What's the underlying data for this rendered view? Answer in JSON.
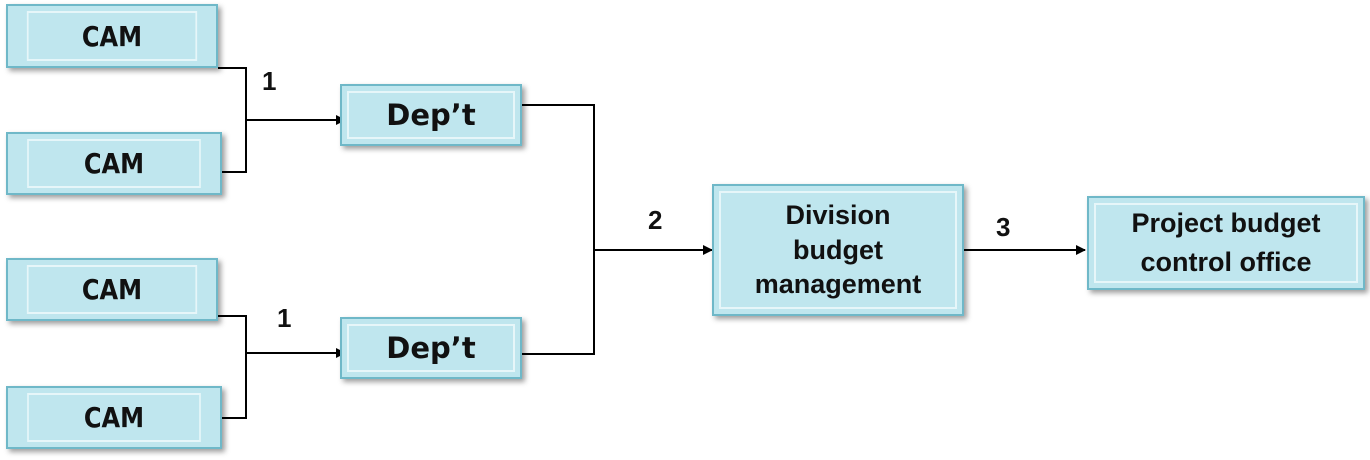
{
  "nodes": {
    "cam_1": "CAM",
    "cam_2": "CAM",
    "cam_3": "CAM",
    "cam_4": "CAM",
    "dept_top": "Dep’t",
    "dept_bottom": "Dep’t",
    "division": "Division\nbudget\nmanagement",
    "project": "Project budget\ncontrol office"
  },
  "edges": {
    "step_top": "1",
    "step_bottom": "1",
    "step_to_division": "2",
    "step_to_project": "3"
  },
  "colors": {
    "box_fill": "#bfe6ee",
    "box_border": "#6fb8c8",
    "line": "#000000"
  }
}
